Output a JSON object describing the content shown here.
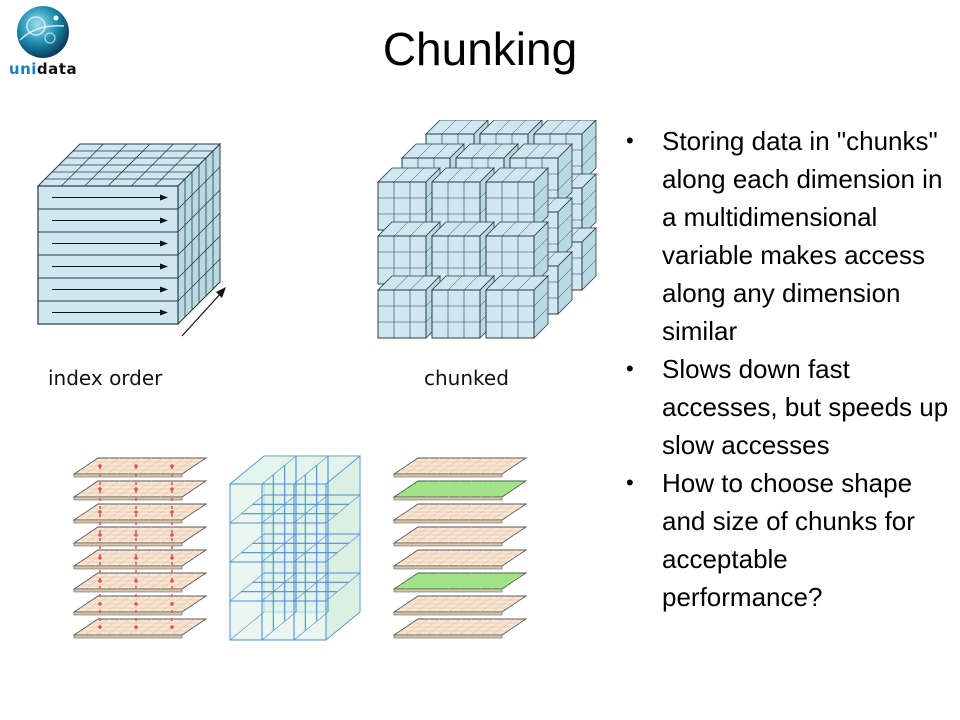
{
  "slide": {
    "title": "Chunking"
  },
  "logo": {
    "text_uni": "uni",
    "text_data": "data"
  },
  "figures": {
    "index_order_caption": "index order",
    "chunked_caption": "chunked"
  },
  "bullets": [
    "Storing data in \"chunks\" along each dimension in a multidimensional variable makes access along any dimension similar",
    "Slows down fast accesses, but speeds up slow accesses",
    "How to choose shape and size of chunks for acceptable performance?"
  ],
  "colors": {
    "cube_fill": "#cfe8ef",
    "cube_stroke": "#2b3a45",
    "slab_fill": "#f7e6d2",
    "slab_highlight": "#90ee80",
    "grid_blue": "#4a8fd6",
    "column_red": "#e0505a"
  }
}
